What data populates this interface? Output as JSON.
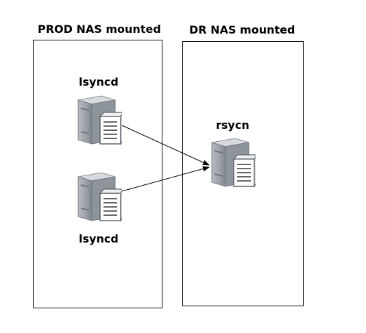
{
  "diagram": {
    "left_zone_title": "PROD NAS mounted",
    "right_zone_title": "DR NAS mounted",
    "nodes": [
      {
        "label": "lsyncd",
        "icon": "server-icon"
      },
      {
        "label": "lsyncd",
        "icon": "server-icon"
      },
      {
        "label": "rsycn",
        "icon": "server-icon"
      }
    ],
    "edges": [
      {
        "from": "lsyncd (top)",
        "to": "rsycn"
      },
      {
        "from": "lsyncd (bottom)",
        "to": "rsycn"
      }
    ],
    "colors": {
      "line": "#000000",
      "server_body": "#9aa0a8",
      "server_top": "#c4c8cd",
      "document": "#ffffff"
    }
  }
}
